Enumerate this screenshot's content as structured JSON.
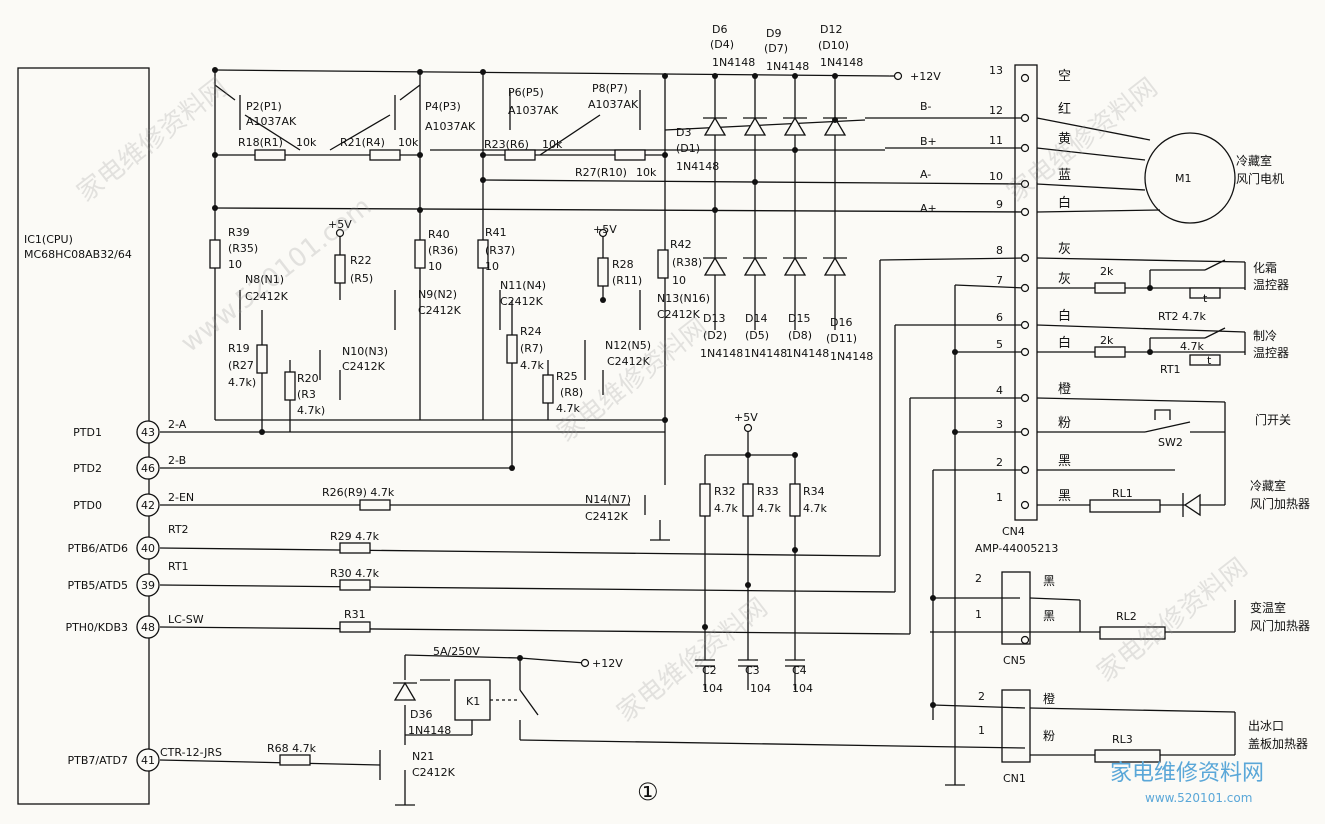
{
  "ic": {
    "name": "IC1(CPU)",
    "part": "MC68HC08AB32/64"
  },
  "pins": [
    {
      "name": "PTD1",
      "num": "43",
      "signal": "2-A"
    },
    {
      "name": "PTD2",
      "num": "46",
      "signal": "2-B"
    },
    {
      "name": "PTD0",
      "num": "42",
      "signal": "2-EN"
    },
    {
      "name": "PTB6/ATD6",
      "num": "40",
      "signal": "RT2"
    },
    {
      "name": "PTB5/ATD5",
      "num": "39",
      "signal": "RT1"
    },
    {
      "name": "PTH0/KDB3",
      "num": "48",
      "signal": "LC-SW"
    },
    {
      "name": "PTB7/ATD7",
      "num": "41",
      "signal": "CTR-12-JRS"
    }
  ],
  "transistors": {
    "p2": {
      "ref": "P2(P1)",
      "part": "A1037AK"
    },
    "p4": {
      "ref": "P4(P3)",
      "part": "A1037AK"
    },
    "p6": {
      "ref": "P6(P5)",
      "part": "A1037AK"
    },
    "p8": {
      "ref": "P8(P7)",
      "part": "A1037AK"
    },
    "n8": {
      "ref": "N8(N1)",
      "part": "C2412K"
    },
    "n9": {
      "ref": "N9(N2)",
      "part": "C2412K"
    },
    "n10": {
      "ref": "N10(N3)",
      "part": "C2412K"
    },
    "n11": {
      "ref": "N11(N4)",
      "part": "C2412K"
    },
    "n12": {
      "ref": "N12(N5)",
      "part": "C2412K"
    },
    "n13": {
      "ref": "N13(N16)",
      "part": "C2412K"
    },
    "n14": {
      "ref": "N14(N7)",
      "part": "C2412K"
    },
    "n21": {
      "ref": "N21",
      "part": "C2412K"
    }
  },
  "resistors": {
    "r18": "R18(R1)",
    "r18v": "10k",
    "r21": "R21(R4)",
    "r21v": "10k",
    "r23": "R23(R6)",
    "r23v": "10k",
    "r27": "R27(R10)",
    "r27v": "10k",
    "r39": "R39",
    "r39b": "(R35)",
    "r39v": "10",
    "r40": "R40",
    "r40b": "(R36)",
    "r40v": "10",
    "r41": "R41",
    "r41b": "(R37)",
    "r41v": "10",
    "r42": "R42",
    "r42b": "(R38)",
    "r42v": "10",
    "r22": "R22",
    "r22b": "(R5)",
    "r28": "R28",
    "r28b": "(R11)",
    "r19": "R19",
    "r19b": "(R27",
    "r19v": "4.7k)",
    "r20": "R20",
    "r20b": "(R3",
    "r20v": "4.7k)",
    "r24": "R24",
    "r24b": "(R7)",
    "r24v": "4.7k",
    "r25": "R25",
    "r25b": "(R8)",
    "r25v": "4.7k",
    "r26": "R26(R9) 4.7k",
    "r29": "R29 4.7k",
    "r30": "R30 4.7k",
    "r31": "R31",
    "r68": "R68 4.7k",
    "r32": "R32",
    "r32v": "4.7k",
    "r33": "R33",
    "r33v": "4.7k",
    "r34": "R34",
    "r34v": "4.7k",
    "rt_2k_a": "2k",
    "rt_2k_b": "2k"
  },
  "diodes": {
    "d6": "D6",
    "d6b": "(D4)",
    "d6v": "1N4148",
    "d9": "D9",
    "d9b": "(D7)",
    "d9v": "1N4148",
    "d12": "D12",
    "d12b": "(D10)",
    "d12v": "1N4148",
    "d3": "D3",
    "d3b": "(D1)",
    "d3v": "1N4148",
    "d13": "D13",
    "d13b": "(D2)",
    "d13v": "1N4148",
    "d14": "D14",
    "d14b": "(D5)",
    "d14v": "1N4148",
    "d15": "D15",
    "d15b": "(D8)",
    "d15v": "1N4148",
    "d16": "D16",
    "d16b": "(D11)",
    "d16v": "1N4148",
    "d36": "D36",
    "d36v": "1N4148"
  },
  "caps": [
    {
      "ref": "C2",
      "val": "104"
    },
    {
      "ref": "C3",
      "val": "104"
    },
    {
      "ref": "C4",
      "val": "104"
    }
  ],
  "power": {
    "v12": "+12V",
    "v5": "+5V",
    "v12b": "+12V",
    "relay_rating": "5A/250V",
    "relay": "K1"
  },
  "cn4": {
    "name": "CN4",
    "part": "AMP-44005213",
    "pins": [
      {
        "num": "13",
        "color": "空",
        "net": ""
      },
      {
        "num": "12",
        "color": "红",
        "net": "B-"
      },
      {
        "num": "11",
        "color": "黄",
        "net": "B+"
      },
      {
        "num": "10",
        "color": "蓝",
        "net": "A-"
      },
      {
        "num": "9",
        "color": "白",
        "net": "A+"
      },
      {
        "num": "8",
        "color": "灰",
        "net": ""
      },
      {
        "num": "7",
        "color": "灰",
        "net": ""
      },
      {
        "num": "6",
        "color": "白",
        "net": ""
      },
      {
        "num": "5",
        "color": "白",
        "net": ""
      },
      {
        "num": "4",
        "color": "橙",
        "net": ""
      },
      {
        "num": "3",
        "color": "粉",
        "net": ""
      },
      {
        "num": "2",
        "color": "黑",
        "net": ""
      },
      {
        "num": "1",
        "color": "黑",
        "net": ""
      }
    ]
  },
  "cn5": {
    "name": "CN5",
    "pins": [
      {
        "num": "2",
        "color": "黑"
      },
      {
        "num": "1",
        "color": "黑"
      }
    ]
  },
  "cn1": {
    "name": "CN1",
    "pins": [
      {
        "num": "2",
        "color": "橙"
      },
      {
        "num": "1",
        "color": "粉"
      }
    ]
  },
  "loads": {
    "motor": "M1",
    "motor_label1": "冷藏室",
    "motor_label2": "风门电机",
    "defrost1": "化霜",
    "defrost2": "温控器",
    "rt2": "RT2 4.7k",
    "cool1": "制冷",
    "cool2": "温控器",
    "rt1": "RT1",
    "rt1v": "4.7k",
    "t1": "t",
    "t2": "t",
    "door": "门开关",
    "sw2": "SW2",
    "rl1": "RL1",
    "rl1_label1": "冷藏室",
    "rl1_label2": "风门加热器",
    "rl2": "RL2",
    "rl2_label1": "变温室",
    "rl2_label2": "风门加热器",
    "rl3": "RL3",
    "rl3_label1": "出冰口",
    "rl3_label2": "盖板加热器"
  },
  "figure_mark": "①",
  "watermarks": {
    "w1": "家电维修资料网",
    "w2": "www.520101.com",
    "logo_cn": "家电维修资料网",
    "logo_url": "www.520101.com"
  }
}
